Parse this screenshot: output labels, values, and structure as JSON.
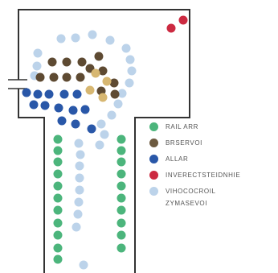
{
  "colors": {
    "outline": "#333333",
    "green": "#4cb57c",
    "dark": "#5e4a32",
    "gold": "#d7b771",
    "blue": "#2957a8",
    "red": "#cc2a41",
    "lightblue": "#bcd3ea"
  },
  "legend": {
    "items": [
      {
        "label": "RAIL ARR",
        "color": "#4cb57c"
      },
      {
        "label": "BRSERVOI",
        "color": "#6d5a40"
      },
      {
        "label": "ALLAR",
        "color": "#2957a8"
      },
      {
        "label": "INVERECTSTEIDNHIE",
        "color": "#cc2a41"
      },
      {
        "label": "VIHOCOCROIL\nZYMASEVOI",
        "color": "#bcd3ea"
      }
    ]
  },
  "particles": {
    "green": [
      [
        72,
        173
      ],
      [
        72,
        187
      ],
      [
        72,
        201
      ],
      [
        72,
        216
      ],
      [
        72,
        231
      ],
      [
        72,
        246
      ],
      [
        72,
        261
      ],
      [
        72,
        277
      ],
      [
        72,
        292
      ],
      [
        72,
        308
      ],
      [
        72,
        322
      ],
      [
        151,
        173
      ],
      [
        151,
        187
      ],
      [
        151,
        201
      ],
      [
        151,
        216
      ],
      [
        151,
        231
      ],
      [
        151,
        246
      ],
      [
        151,
        261
      ],
      [
        151,
        277
      ],
      [
        151,
        292
      ],
      [
        151,
        308
      ]
    ],
    "dark": [
      [
        65,
        77
      ],
      [
        83,
        77
      ],
      [
        102,
        77
      ],
      [
        123,
        70
      ],
      [
        112,
        85
      ],
      [
        50,
        96
      ],
      [
        67,
        96
      ],
      [
        83,
        96
      ],
      [
        100,
        96
      ],
      [
        128,
        88
      ],
      [
        142,
        103
      ],
      [
        126,
        113
      ],
      [
        143,
        117
      ]
    ],
    "gold": [
      [
        119,
        91
      ],
      [
        133,
        101
      ],
      [
        112,
        112
      ],
      [
        128,
        121
      ]
    ],
    "blue": [
      [
        33,
        115
      ],
      [
        47,
        117
      ],
      [
        61,
        117
      ],
      [
        80,
        117
      ],
      [
        96,
        117
      ],
      [
        42,
        130
      ],
      [
        56,
        131
      ],
      [
        73,
        134
      ],
      [
        91,
        137
      ],
      [
        106,
        136
      ],
      [
        77,
        150
      ],
      [
        94,
        154
      ],
      [
        114,
        160
      ]
    ],
    "red": [
      [
        213,
        35
      ],
      [
        228,
        25
      ]
    ],
    "lightblue": [
      [
        76,
        48
      ],
      [
        94,
        47
      ],
      [
        115,
        43
      ],
      [
        137,
        50
      ],
      [
        157,
        60
      ],
      [
        162,
        74
      ],
      [
        164,
        88
      ],
      [
        161,
        103
      ],
      [
        152,
        116
      ],
      [
        147,
        129
      ],
      [
        139,
        143
      ],
      [
        126,
        154
      ],
      [
        130,
        167
      ],
      [
        124,
        180
      ],
      [
        98,
        178
      ],
      [
        100,
        192
      ],
      [
        99,
        206
      ],
      [
        99,
        221
      ],
      [
        99,
        236
      ],
      [
        98,
        251
      ],
      [
        97,
        266
      ],
      [
        95,
        282
      ],
      [
        47,
        66
      ],
      [
        46,
        82
      ],
      [
        43,
        94
      ],
      [
        104,
        329
      ]
    ]
  }
}
